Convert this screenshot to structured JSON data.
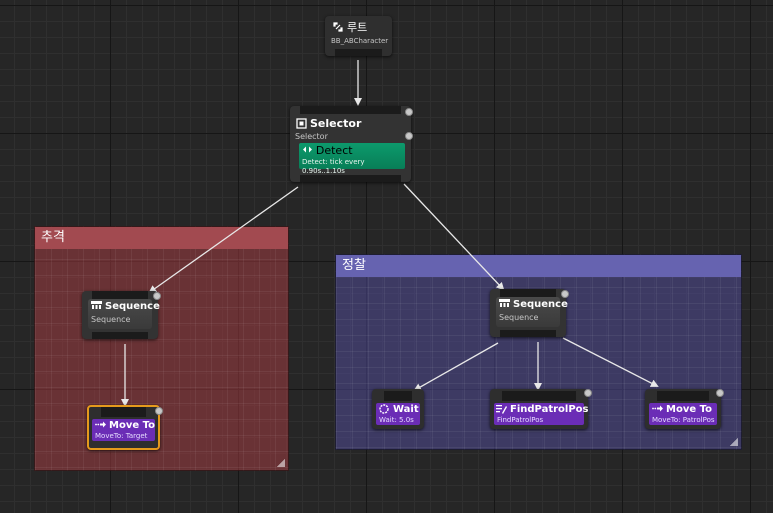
{
  "graph": {
    "root": {
      "title": "루트",
      "subtitle": "BB_ABCharacter",
      "icon": "root-icon"
    },
    "selector": {
      "title": "Selector",
      "subtitle": "Selector",
      "icon": "selector-icon"
    },
    "service": {
      "title": "Detect",
      "subtitle": "Detect: tick every 0.90s..1.10s",
      "icon": "service-icon",
      "color": "#0a8c62"
    },
    "comments": {
      "chase": {
        "title": "추격",
        "color": "#a24a50"
      },
      "patrol": {
        "title": "정찰",
        "color": "#6663b0"
      }
    },
    "sequence_left": {
      "title": "Sequence",
      "subtitle": "Sequence",
      "icon": "sequence-icon"
    },
    "sequence_right": {
      "title": "Sequence",
      "subtitle": "Sequence",
      "icon": "sequence-icon"
    },
    "moveto_left": {
      "title": "Move To",
      "subtitle": "MoveTo: Target",
      "icon": "move-to-icon",
      "selected_color": "#e59a1c"
    },
    "wait": {
      "title": "Wait",
      "subtitle": "Wait: 5.0s",
      "icon": "wait-icon"
    },
    "findpatrol": {
      "title": "FindPatrolPos",
      "subtitle": "FindPatrolPos",
      "icon": "task-icon"
    },
    "moveto_right": {
      "title": "Move To",
      "subtitle": "MoveTo: PatrolPos",
      "icon": "move-to-icon"
    },
    "task_color": "#6b2db6"
  }
}
